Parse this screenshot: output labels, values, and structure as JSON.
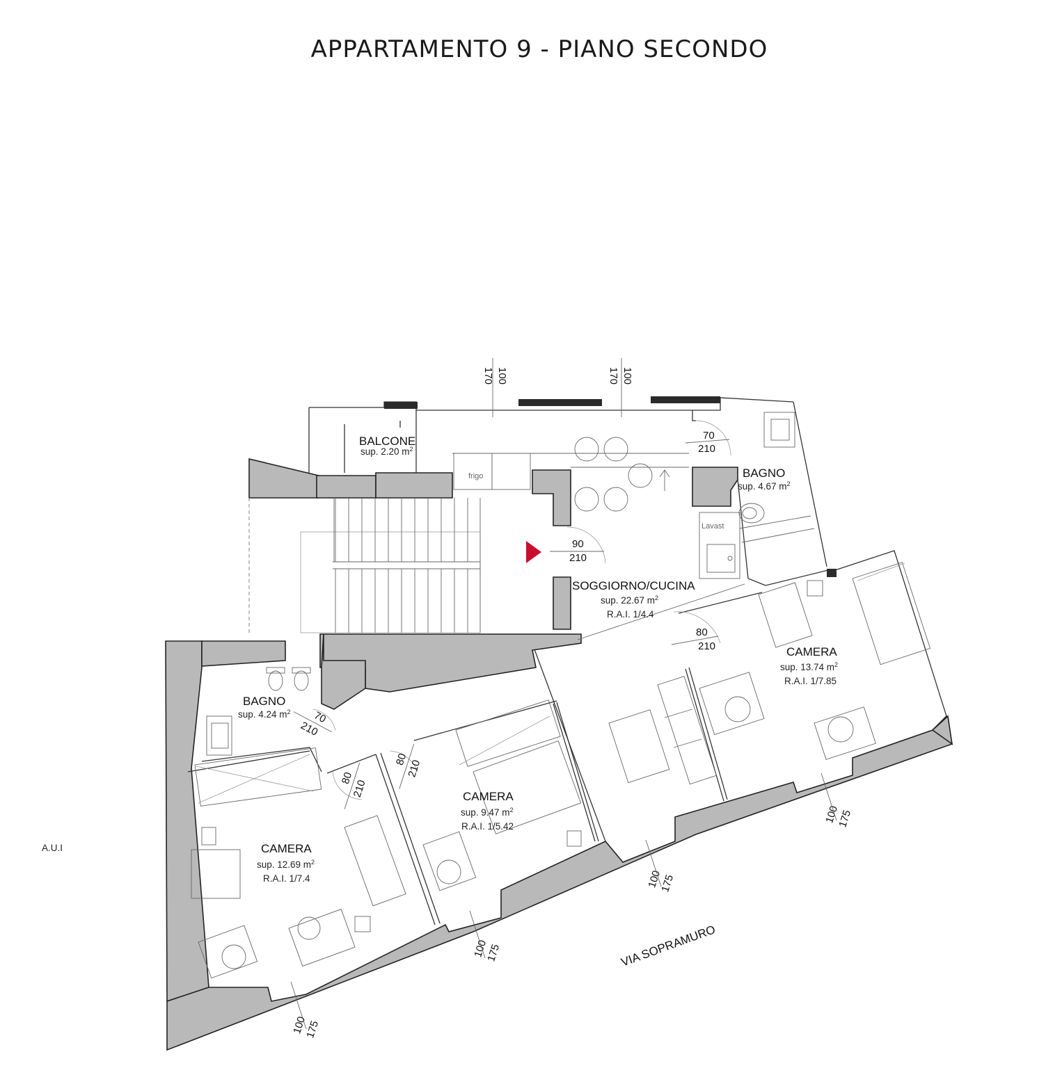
{
  "title": "APPARTAMENTO 9 - PIANO SECONDO",
  "street": "VIA SOPRAMURO",
  "side_label": "A.U.I",
  "rooms": {
    "balcone": {
      "name": "BALCONE",
      "sup": "sup. 2.20 m",
      "sup_exp": "2"
    },
    "bagno_top": {
      "name": "BAGNO",
      "sup": "sup. 4.67 m",
      "sup_exp": "2"
    },
    "soggiorno": {
      "name": "SOGGIORNO/CUCINA",
      "sup": "sup. 22.67 m",
      "sup_exp": "2",
      "rai": "R.A.I. 1/4.4"
    },
    "camera_right": {
      "name": "CAMERA",
      "sup": "sup. 13.74 m",
      "sup_exp": "2",
      "rai": "R.A.I. 1/7.85"
    },
    "bagno_left": {
      "name": "BAGNO",
      "sup": "sup. 4.24 m",
      "sup_exp": "2"
    },
    "camera_mid": {
      "name": "CAMERA",
      "sup": "sup. 9.47 m",
      "sup_exp": "2",
      "rai": "R.A.I. 1/5.42"
    },
    "camera_left": {
      "name": "CAMERA",
      "sup": "sup. 12.69 m",
      "sup_exp": "2",
      "rai": "R.A.I. 1/7.4"
    }
  },
  "fixtures": {
    "frigo": "frigo",
    "lavast": "Lavast"
  },
  "doors": {
    "bagno_top": {
      "w": "70",
      "h": "210"
    },
    "entrance": {
      "w": "90",
      "h": "210"
    },
    "camera_right": {
      "w": "80",
      "h": "210"
    },
    "bagno_left": {
      "w": "70",
      "h": "210"
    },
    "camera_left": {
      "w": "80",
      "h": "210"
    },
    "camera_mid": {
      "w": "80",
      "h": "210"
    }
  },
  "windows": {
    "top_1": {
      "a": "100",
      "b": "170"
    },
    "top_2": {
      "a": "100",
      "b": "170"
    },
    "bottom_1": {
      "a": "100",
      "b": "175"
    },
    "bottom_2": {
      "a": "100",
      "b": "175"
    },
    "bottom_3": {
      "a": "100",
      "b": "175"
    },
    "bottom_4": {
      "a": "100",
      "b": "175"
    }
  },
  "colors": {
    "wall_fill": "#b9b9b9",
    "entrance_arrow": "#c8102e"
  }
}
